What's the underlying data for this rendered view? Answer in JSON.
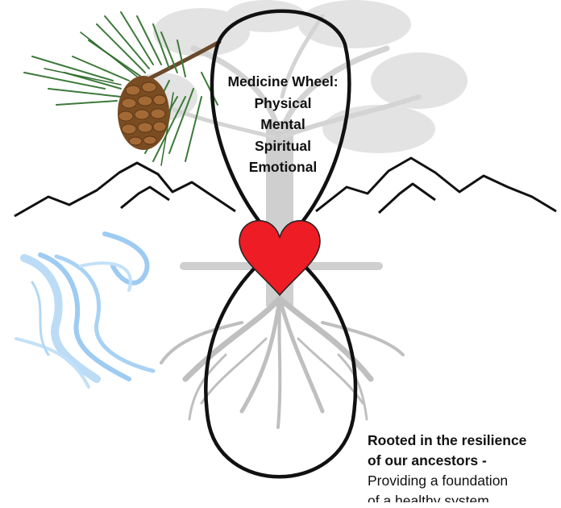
{
  "medicine_wheel": {
    "title": "Medicine Wheel:",
    "items": [
      "Physical",
      "Mental",
      "Spiritual",
      "Emotional"
    ]
  },
  "caption": {
    "line1": "Rooted in the resilience",
    "line2": "of our ancestors -",
    "line3": "Providing a foundation",
    "line4": "of a healthy system"
  },
  "colors": {
    "heart": "#ee1c24",
    "outline": "#111111",
    "tree": "#d6d6d6",
    "pine": "#3d7a3a",
    "cone": "#8a5a2b",
    "water": "#9ecbf2"
  },
  "icons": {
    "heart": "heart-icon",
    "pine": "pine-branch-icon",
    "water": "river-icon"
  }
}
